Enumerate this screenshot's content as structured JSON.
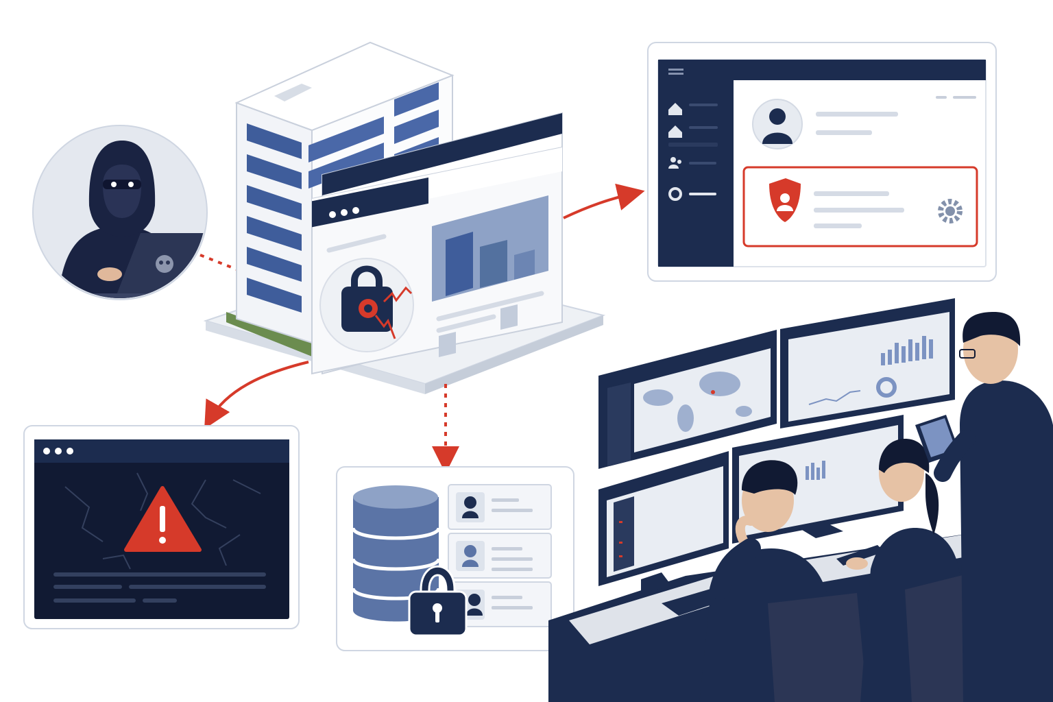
{
  "colors": {
    "navy": "#1c2c4f",
    "accent_red": "#d63a2a",
    "panel_border": "#cfd6e2",
    "light_gray": "#e7ebf1",
    "mid_gray": "#b8c1cf",
    "steel_blue": "#5b74a6"
  },
  "icons": {
    "hacker": "hooded-hacker-icon",
    "building": "office-building-icon",
    "broken_lock": "broken-padlock-icon",
    "admin_shield": "shield-user-icon",
    "error": "warning-triangle-icon",
    "database": "database-icon",
    "records_lock": "padlock-icon",
    "soc": "security-operations-center-icon"
  },
  "flow": [
    {
      "from": "attacker",
      "to": "website",
      "style": "dotted"
    },
    {
      "from": "website",
      "to": "admin-panel",
      "style": "solid"
    },
    {
      "from": "website",
      "to": "error-page",
      "style": "solid"
    },
    {
      "from": "website",
      "to": "customer-database",
      "style": "dotted"
    }
  ]
}
